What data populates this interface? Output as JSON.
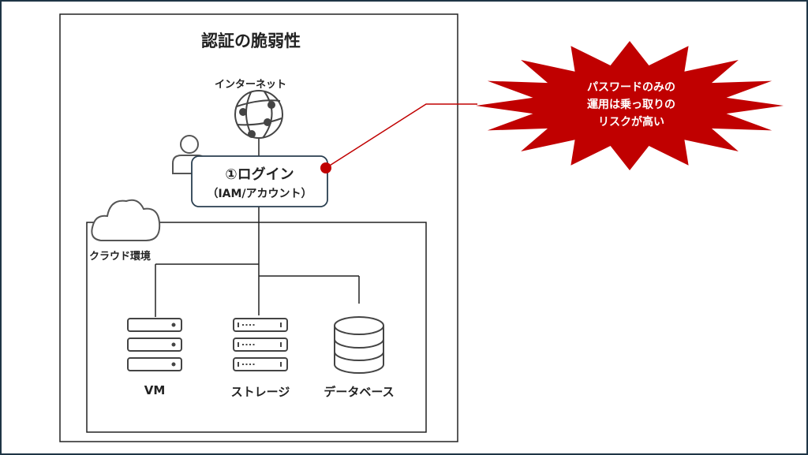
{
  "title": "認証の脆弱性",
  "internet_label": "インターネット",
  "login": {
    "line1": "①ログイン",
    "line2": "（IAM/アカウント）"
  },
  "cloud_label": "クラウド環境",
  "resources": [
    {
      "label": "VM",
      "icon": "server-icon"
    },
    {
      "label": "ストレージ",
      "icon": "storage-icon"
    },
    {
      "label": "データベース",
      "icon": "database-icon"
    }
  ],
  "callout": {
    "lines": [
      "パスワードのみの",
      "運用は乗っ取りの",
      "リスクが高い"
    ],
    "color": "#c00000"
  },
  "colors": {
    "frame": "#1e3545",
    "line": "#222222"
  }
}
